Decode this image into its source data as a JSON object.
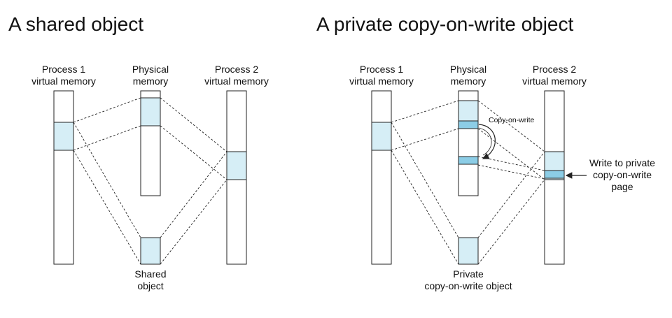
{
  "left": {
    "title": "A shared object",
    "p1": [
      "Process 1",
      "virtual memory"
    ],
    "pm": [
      "Physical",
      "memory"
    ],
    "p2": [
      "Process 2",
      "virtual memory"
    ],
    "object": [
      "Shared",
      "object"
    ]
  },
  "right": {
    "title": "A private copy-on-write object",
    "p1": [
      "Process 1",
      "virtual memory"
    ],
    "pm": [
      "Physical",
      "memory"
    ],
    "p2": [
      "Process 2",
      "virtual memory"
    ],
    "cow": "Copy-on-write",
    "write": [
      "Write to private",
      "copy-on-write",
      "page"
    ],
    "object": [
      "Private",
      "copy-on-write object"
    ]
  },
  "colors": {
    "region": "#d6eef6",
    "cow_page": "#8ccde6",
    "line": "#222222"
  }
}
